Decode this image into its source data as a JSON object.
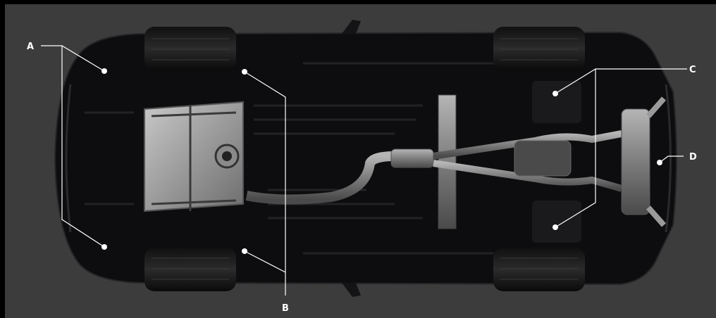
{
  "callouts": [
    {
      "id": "A",
      "label": "A"
    },
    {
      "id": "B",
      "label": "B"
    },
    {
      "id": "C",
      "label": "C"
    },
    {
      "id": "D",
      "label": "D"
    }
  ],
  "colors": {
    "background": "#3c3c3c",
    "frame": "#000000",
    "car_body": "#0d0d0f",
    "exhaust": "#8a8a8a",
    "callout": "#ffffff"
  }
}
